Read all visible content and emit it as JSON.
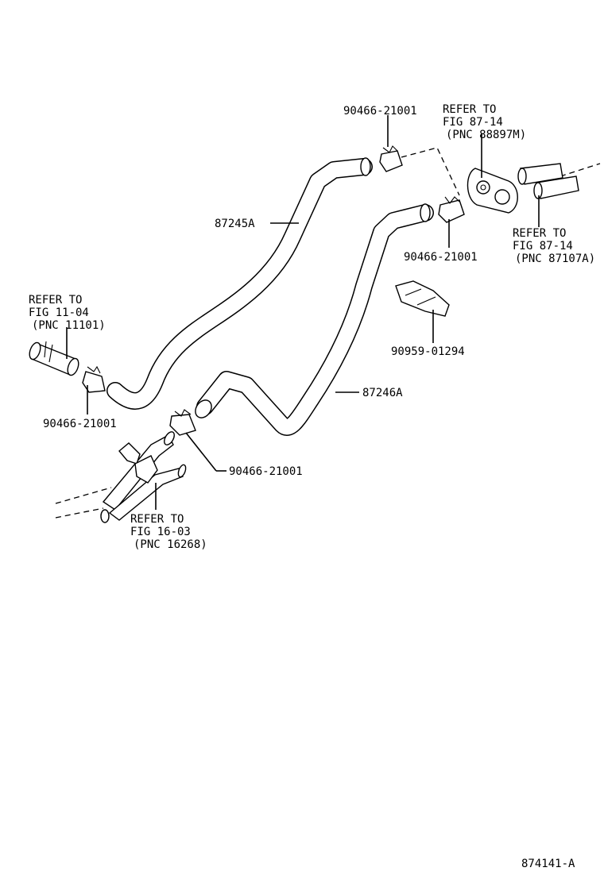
{
  "diagram": {
    "parts": {
      "hose_upper": "87245A",
      "hose_lower": "87246A",
      "clamp_top": "90466-21001",
      "clamp_right": "90466-21001",
      "clamp_left": "90466-21001",
      "clamp_bottom": "90466-21001",
      "clamp_bracket": "90959-01294"
    },
    "refs": {
      "fig_87_14_a": {
        "line1": "REFER TO",
        "line2": "FIG 87-14",
        "line3": "(PNC 88897M)"
      },
      "fig_87_14_b": {
        "line1": "REFER TO",
        "line2": "FIG 87-14",
        "line3": "(PNC 87107A)"
      },
      "fig_11_04": {
        "line1": "REFER TO",
        "line2": "FIG 11-04",
        "line3": "(PNC 11101)"
      },
      "fig_16_03": {
        "line1": "REFER TO",
        "line2": "FIG 16-03",
        "line3": "(PNC 16268)"
      }
    },
    "figure_id": "874141-A"
  }
}
